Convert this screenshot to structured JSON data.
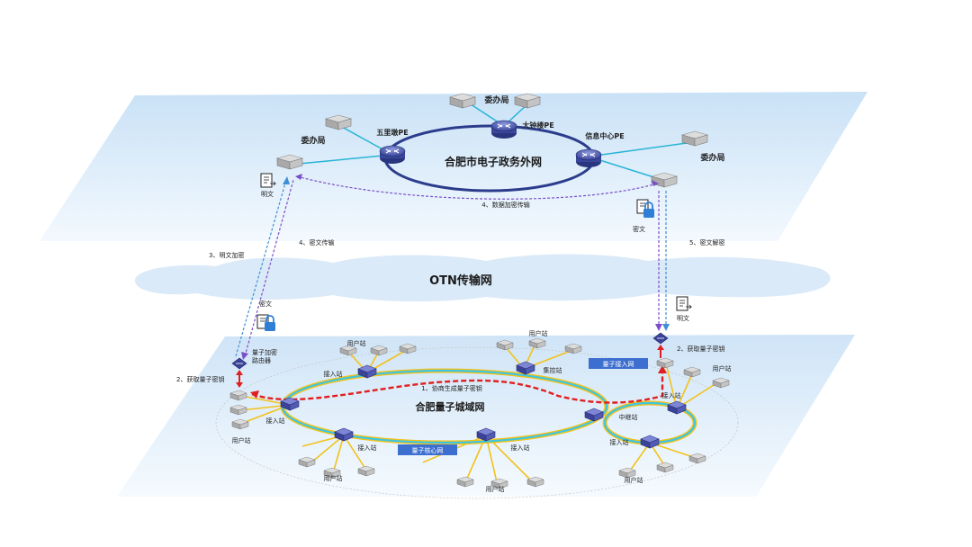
{
  "gov_network": {
    "title": "合肥市电子政务外网",
    "pe_nodes": [
      "五里墩PE",
      "大钟楼PE",
      "信息中心PE"
    ],
    "office_label": "委办局",
    "plaintext_label": "明文",
    "ciphertext_label": "密文"
  },
  "otn": {
    "title": "OTN传输网"
  },
  "quantum_network": {
    "title": "合肥量子城域网",
    "user_station": "用户站",
    "access_station": "接入站",
    "control_station": "集控站",
    "relay_station": "中继站",
    "core_net_label": "量子核心网",
    "access_net_label": "量子接入网",
    "router_label_1": "量子加密",
    "router_label_2": "路由器"
  },
  "steps": {
    "s1": "1、协商生成量子密钥",
    "s2": "2、获取量子密钥",
    "s3": "3、明文加密",
    "s4": "4、密文传输",
    "s4b": "4、数据加密传输",
    "s5": "5、密文解密"
  },
  "colors": {
    "plane_top": "#d4e7f8",
    "plane_bottom": "#eef6fd",
    "ring_gov": "#2b3c8c",
    "fiber_yellow": "#f2c21a",
    "fiber_cyan": "#3cc6e4",
    "key_red": "#e02020",
    "crypto_purple": "#7a4fc8",
    "plain_blue": "#3f8fd6",
    "label_box": "#3d6fd0"
  }
}
